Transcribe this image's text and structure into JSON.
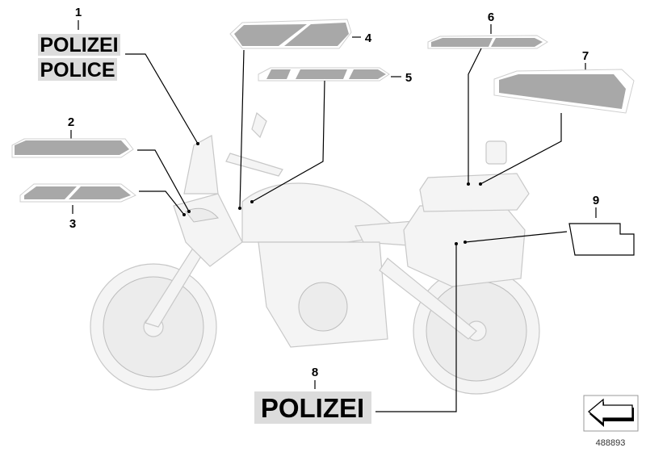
{
  "diagram": {
    "title": "Police decals",
    "callouts": [
      "1",
      "2",
      "3",
      "4",
      "5",
      "6",
      "7",
      "8",
      "9"
    ],
    "decal_1_line1": "POLIZEI",
    "decal_1_line2": "POLICE",
    "decal_8_text": "POLIZEI",
    "navigation": {
      "icon": "arrow-left-icon"
    },
    "document_number": "488893"
  },
  "colors": {
    "decal_fill": "#a8a8a8",
    "label_bg": "#dcdcdc",
    "line": "#000000"
  }
}
